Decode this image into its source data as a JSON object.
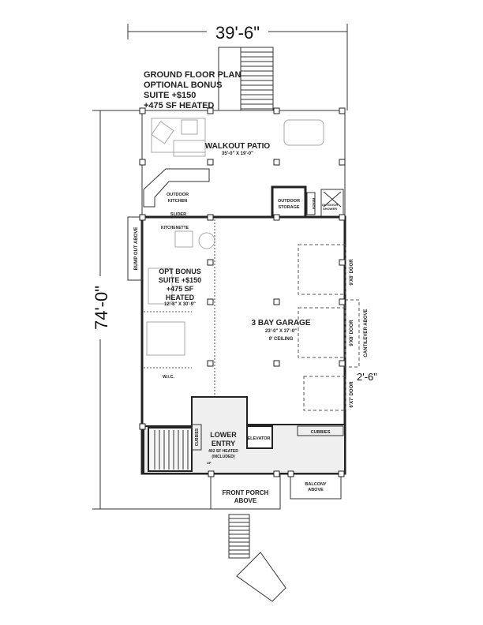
{
  "dimensions": {
    "width": "39'-6\"",
    "depth": "74'-0\"",
    "offset": "2'-6\""
  },
  "title": [
    "GROUND FLOOR PLAN",
    "OPTIONAL BONUS",
    "SUITE +$150",
    "+475 SF HEATED"
  ],
  "rooms": {
    "patio": {
      "name": "WALKOUT PATIO",
      "size": "35'-0\" X 19'-0\""
    },
    "outdoor_kitchen": [
      "OUTDOOR",
      "KITCHEN"
    ],
    "outdoor_storage": [
      "OUTDOOR",
      "STORAGE"
    ],
    "bench": "BENCH",
    "outdoor_shower": [
      "OUTDOOR",
      "SHOWER"
    ],
    "slider": "SLIDER",
    "kitchenette": "KITCHENETTE",
    "bump_out": "BUMP OUT ABOVE",
    "bonus": {
      "name": [
        "OPT BONUS",
        "SUITE +$150",
        "+475 SF",
        "HEATED"
      ],
      "size": "12'-8\" X 30'-9\""
    },
    "garage": {
      "name": "3 BAY GARAGE",
      "size": "23'-0\" X 37'-0\"",
      "ceiling": "9' CEILING"
    },
    "garage_doors": [
      "9'X8' DOOR",
      "9'X8' DOOR",
      "6'X7' DOOR"
    ],
    "cantilever": "CANTILEVER ABOVE",
    "wic": "W.I.C.",
    "cubbies_left": "CUBBIES",
    "cubbies_right": "CUBBIES",
    "lower_entry": {
      "name": [
        "LOWER",
        "ENTRY"
      ],
      "area": [
        "402 SF HEATED",
        "(INCLUDED)"
      ]
    },
    "elevator": "ELEVATOR",
    "front_porch": [
      "FRONT PORCH",
      "ABOVE"
    ],
    "balcony": [
      "BALCONY",
      "ABOVE"
    ],
    "stair_up": "UP"
  }
}
